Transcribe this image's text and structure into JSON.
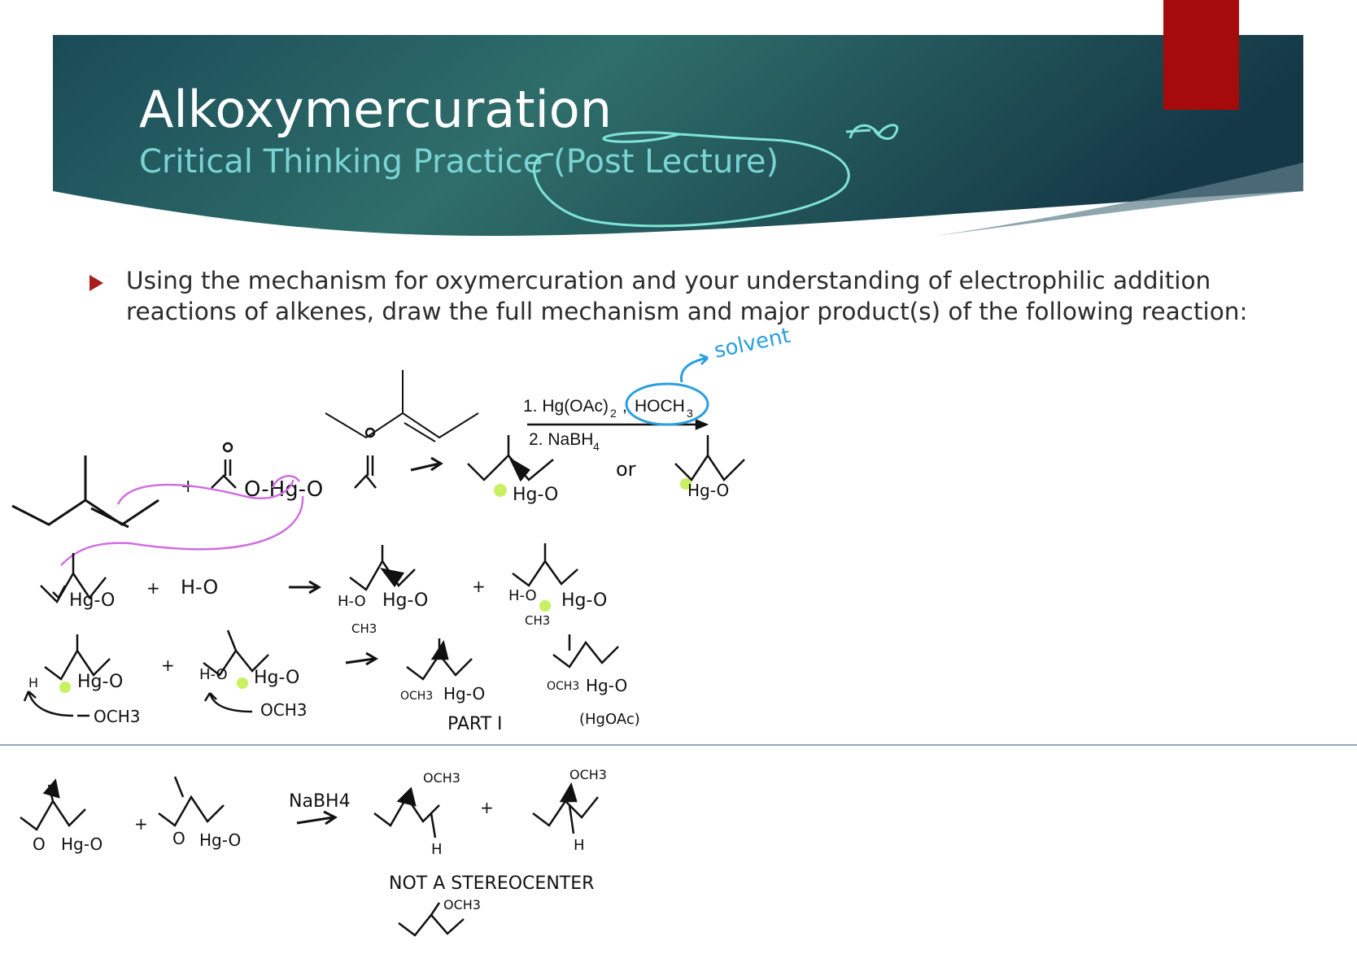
{
  "slide": {
    "title": "Alkoxymercuration",
    "subtitle": "Critical Thinking Practice (Post Lecture)",
    "bullet": "Using the mechanism for oxymercuration and your understanding of electrophilic addition reactions of alkenes, draw the full mechanism and major product(s) of the following reaction:"
  },
  "reaction": {
    "step1_prefix": "1. Hg(OAc)",
    "step1_sub": "2",
    "step1_comma": ",",
    "step1_reagent": "HOCH",
    "step1_reagent_sub": "3",
    "step2": "2. NaBH",
    "step2_sub": "4"
  },
  "annotations": {
    "solvent": "solvent",
    "or": "or",
    "part": "PART I",
    "hgoac": "(HgOAc)",
    "nabh4": "NaBH4",
    "not_stereocenter": "NOT A STEREOCENTER",
    "och3": "OCH3",
    "ch3": "CH3",
    "o_hg_o": "O-Hg-O",
    "h_o": "H-O",
    "hg_o": "Hg-O",
    "h_label": "H",
    "o_label": "O",
    "plus": "+"
  },
  "colors": {
    "banner_dark": "#143a4a",
    "banner_mid": "#2f6a68",
    "title_text": "#ffffff",
    "subtitle_text": "#7ad3d4",
    "accent_red": "#a60b0b",
    "bullet_red": "#a61e1e",
    "ink_black": "#111111",
    "ink_teal": "#7fe3d6",
    "ink_blue": "#2a9fe0",
    "ink_magenta": "#d070e0",
    "ink_green": "#c8f060",
    "divider": "#8ea8c8"
  }
}
